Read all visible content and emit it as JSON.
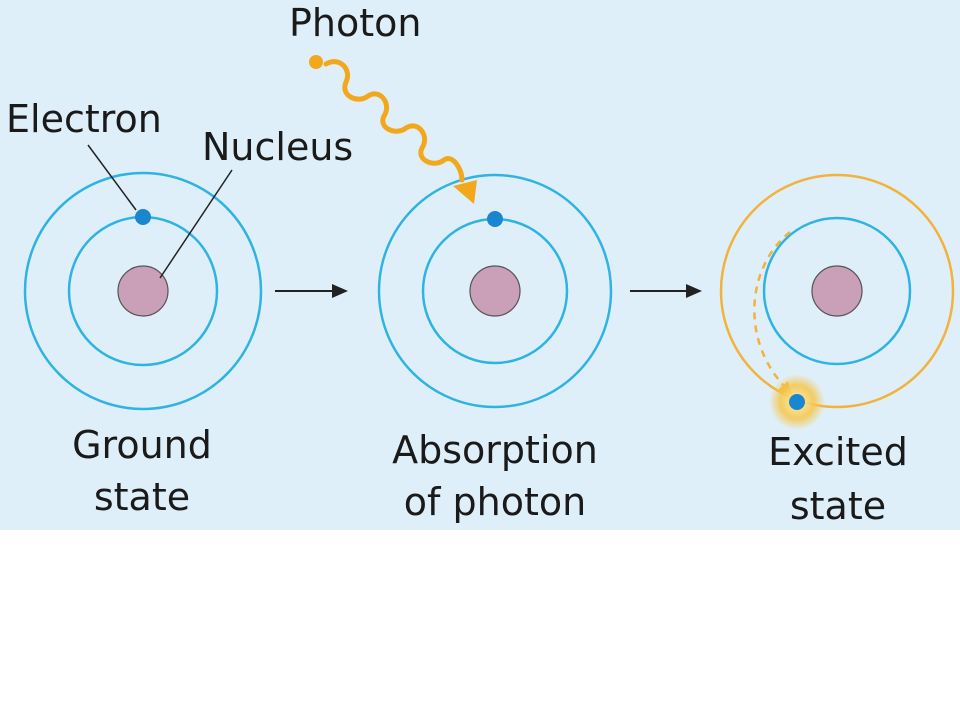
{
  "labels": {
    "photon": "Photon",
    "electron": "Electron",
    "nucleus": "Nucleus",
    "ground_line1": "Ground",
    "ground_line2": "state",
    "absorption_line1": "Absorption",
    "absorption_line2": "of photon",
    "excited_line1": "Excited",
    "excited_line2": "state"
  },
  "colors": {
    "background": "#dfeff9",
    "orbit": "#2fb3e3",
    "excited_orbit": "#f2b23c",
    "nucleus": "#c9a0b8",
    "electron": "#1a86cf",
    "photon": "#f2a81d",
    "glow": "#f6c64a",
    "arrow": "#222222"
  }
}
